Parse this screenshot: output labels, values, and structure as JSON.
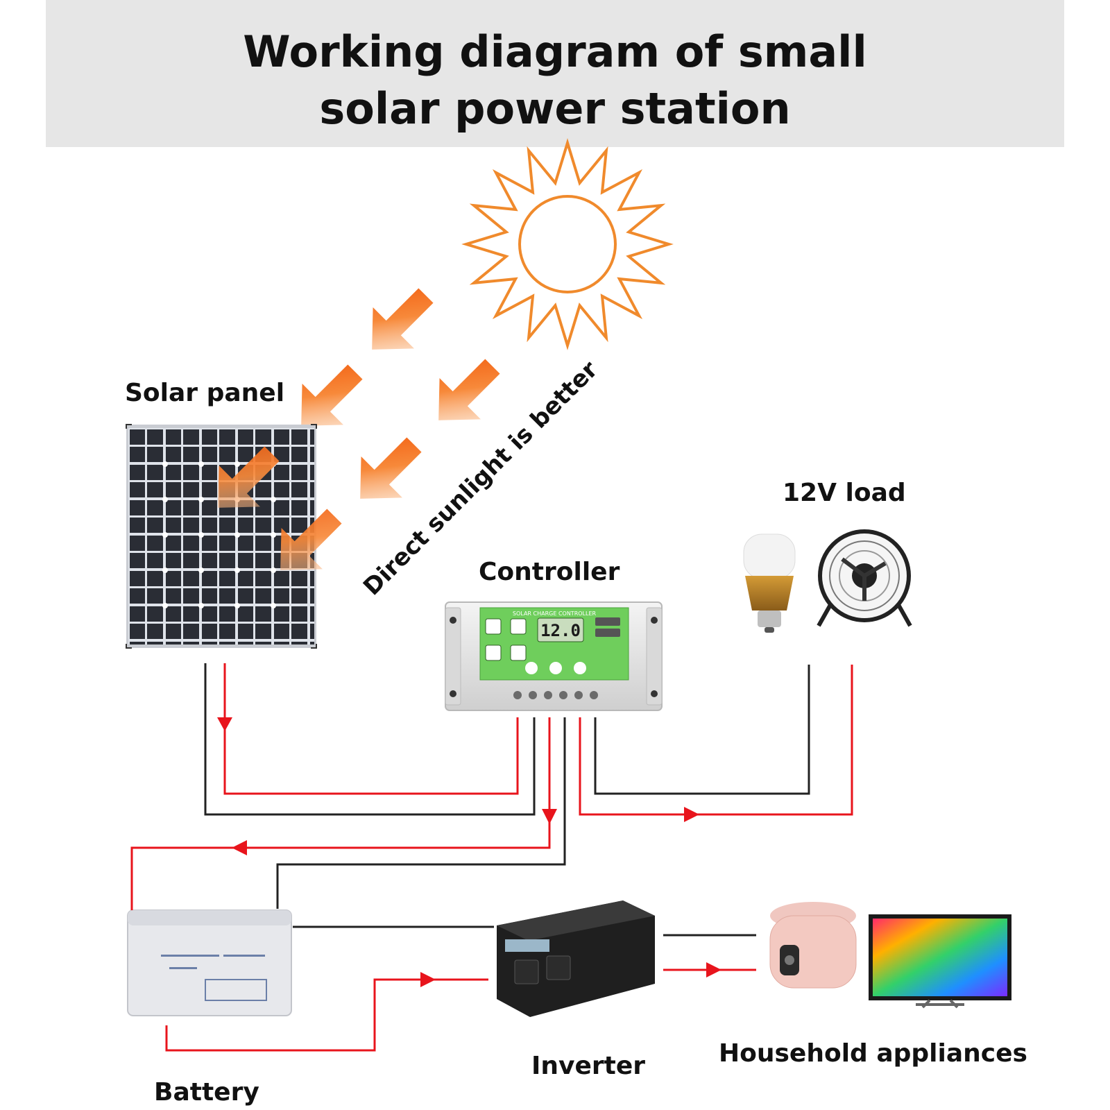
{
  "title_line1": "Working diagram of small",
  "title_line2": "solar power station",
  "labels": {
    "solar_panel": "Solar panel",
    "sunlight_note": "Direct sunlight is better",
    "load": "12V load",
    "controller": "Controller",
    "battery": "Battery",
    "inverter": "Inverter",
    "appliances": "Household appliances"
  },
  "controller_panel": {
    "header": "SOLAR CHARGE CONTROLLER",
    "display": "12.0"
  },
  "colors": {
    "positive_wire": "#e8141c",
    "negative_wire": "#222222",
    "sun": "#f08a2c",
    "sunlight_arrow": "#f26a12",
    "controller_screen": "#6fce5c",
    "header_band": "#e6e6e6"
  }
}
